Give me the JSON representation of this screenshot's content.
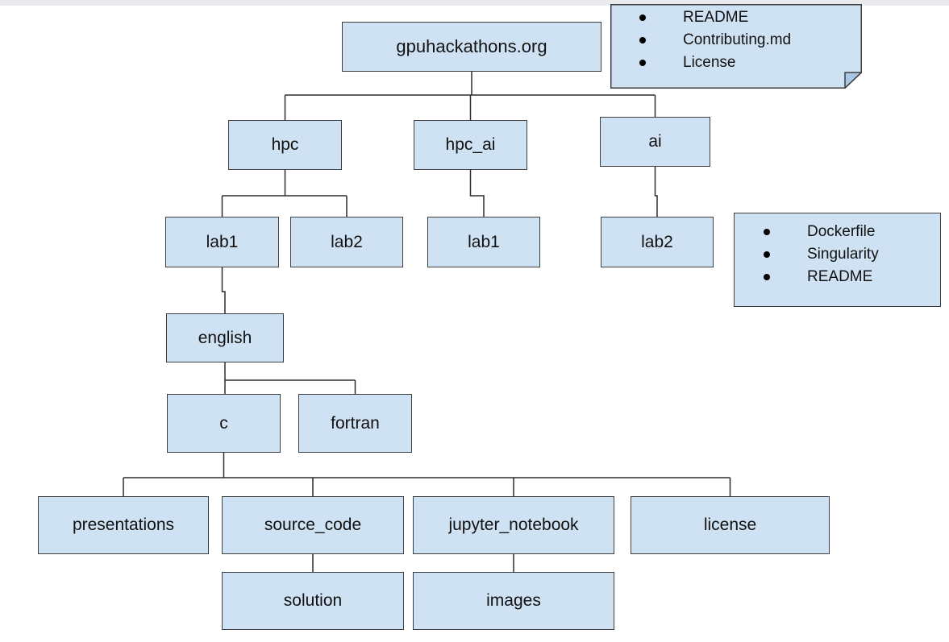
{
  "diagram": {
    "colors": {
      "node_fill": "#cfe2f3",
      "node_border": "#3d3d3d",
      "connector": "#2d2d2d",
      "fold_fill": "#a9c7e4"
    },
    "nodes": {
      "root": "gpuhackathons.org",
      "hpc": "hpc",
      "hpc_ai": "hpc_ai",
      "ai": "ai",
      "hpc_lab1": "lab1",
      "hpc_lab2": "lab2",
      "hpc_ai_lab1": "lab1",
      "ai_lab2": "lab2",
      "english": "english",
      "c": "c",
      "fortran": "fortran",
      "presentations": "presentations",
      "source_code": "source_code",
      "jupyter_notebook": "jupyter_notebook",
      "license": "license",
      "solution": "solution",
      "images": "images"
    },
    "notes": {
      "root_files": {
        "items": [
          "README",
          "Contributing.md",
          "License"
        ]
      },
      "lab_files": {
        "items": [
          "Dockerfile",
          "Singularity",
          "README"
        ]
      }
    },
    "edges": [
      [
        "root",
        "hpc"
      ],
      [
        "root",
        "hpc_ai"
      ],
      [
        "root",
        "ai"
      ],
      [
        "hpc",
        "hpc_lab1"
      ],
      [
        "hpc",
        "hpc_lab2"
      ],
      [
        "hpc_ai",
        "hpc_ai_lab1"
      ],
      [
        "ai",
        "ai_lab2"
      ],
      [
        "hpc_lab1",
        "english"
      ],
      [
        "english",
        "c"
      ],
      [
        "english",
        "fortran"
      ],
      [
        "c",
        "presentations"
      ],
      [
        "c",
        "source_code"
      ],
      [
        "c",
        "jupyter_notebook"
      ],
      [
        "c",
        "license"
      ],
      [
        "source_code",
        "solution"
      ],
      [
        "jupyter_notebook",
        "images"
      ]
    ]
  }
}
